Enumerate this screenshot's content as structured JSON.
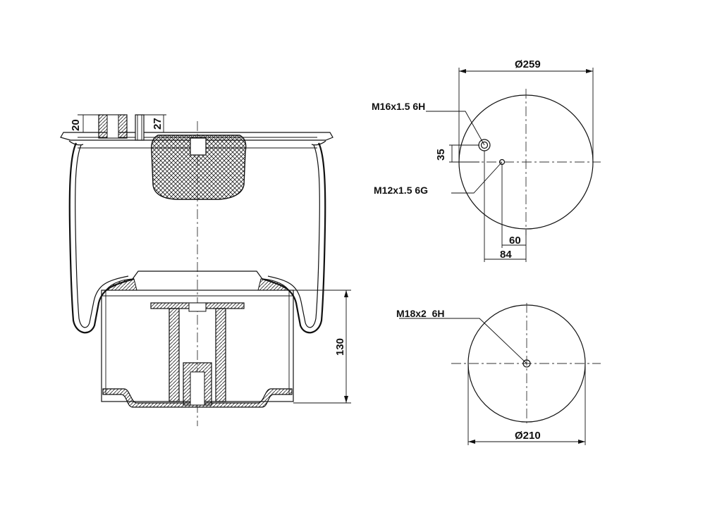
{
  "side_view": {
    "dim_top_plate": "20",
    "dim_stud": "27",
    "dim_height": "130"
  },
  "top_view": {
    "diameter": "Ø259",
    "thread_air": "M16x1.5 6H",
    "thread_stud": "M12x1.5 6G",
    "offset_y": "35",
    "offset_stud": "60",
    "offset_air": "84"
  },
  "bottom_view": {
    "thread": "M18x2  6H",
    "diameter": "Ø210"
  }
}
